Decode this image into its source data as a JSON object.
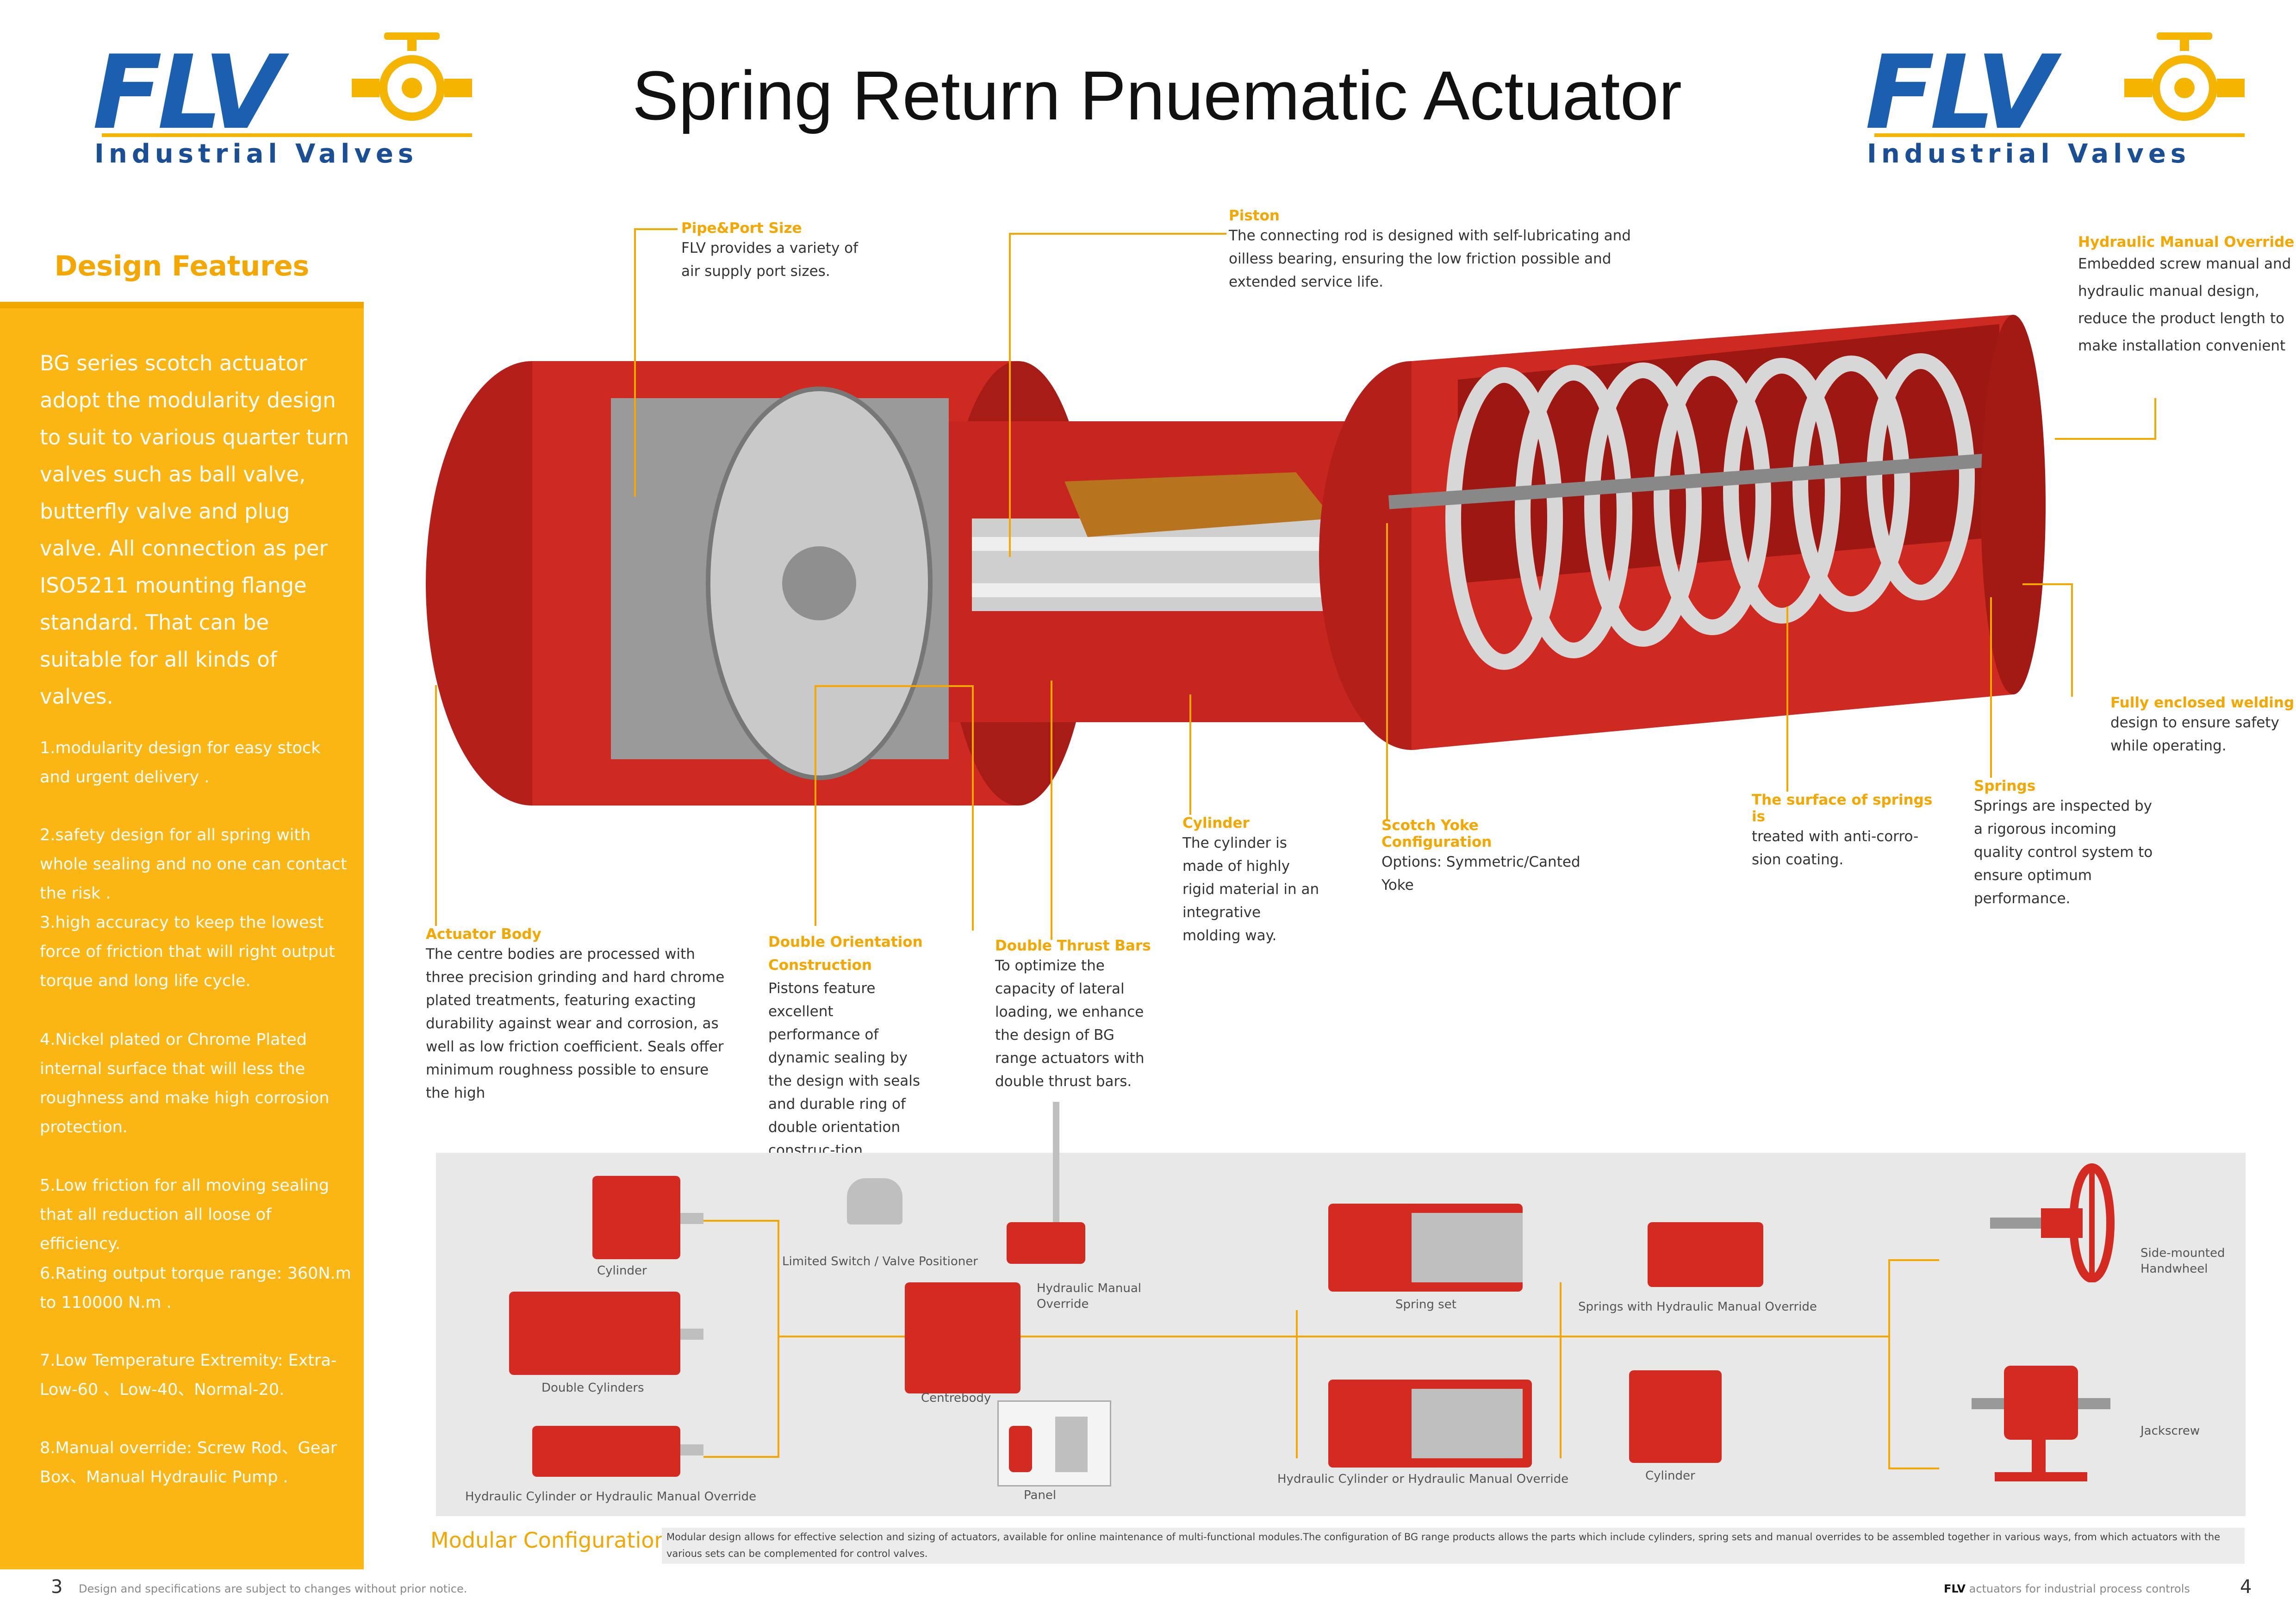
{
  "header": {
    "logo_word": "FLV",
    "logo_tagline": "Industrial Valves",
    "title": "Spring Return Pnuematic Actuator"
  },
  "sidebar": {
    "heading": "Design Features",
    "intro": "BG series scotch actuator adopt the modularity design to suit to various quarter turn valves such as ball valve, butterfly valve and plug valve. All connection as per ISO5211 mounting flange standard. That can be suitable for all kinds of valves.",
    "features": [
      "1.modularity design for easy stock and urgent delivery .",
      "2.safety design for all spring with whole sealing and no one can contact the risk .",
      "3.high accuracy to keep the lowest force of friction that will right output torque and long life cycle.",
      "4.Nickel plated or Chrome Plated internal surface that will less the roughness and make high corrosion protection.",
      "5.Low friction for all moving sealing that all reduction all loose of efficiency.",
      "6.Rating output torque range:  360N.m to 110000 N.m .",
      "7.Low Temperature Extremity: Extra-Low-60 、Low-40、Normal-20.",
      "8.Manual override: Screw Rod、Gear Box、Manual Hydraulic Pump ."
    ]
  },
  "callouts": {
    "pipe_port": {
      "title": "Pipe&Port Size",
      "text": "FLV provides a variety of air supply port sizes."
    },
    "piston": {
      "title": "Piston",
      "text": "The connecting rod is designed with  self-lubricating and oilless bearing, ensuring the low friction possible and extended service life."
    },
    "hydraulic_override": {
      "title": "Hydraulic Manual Override",
      "text": "Embedded screw manual and hydraulic manual design, reduce the product length to make installation convenient"
    },
    "welding": {
      "title": "Fully enclosed welding",
      "text": "design to ensure safety while operating."
    },
    "springs": {
      "title": "Springs",
      "text": "Springs are inspected by a rigorous incoming quality control system to ensure optimum performance."
    },
    "spring_surface": {
      "title": "The surface of springs is",
      "text": "treated with anti-corro-sion coating."
    },
    "scotch_yoke": {
      "title": "Scotch Yoke Configuration",
      "text": "Options: Symmetric/Canted Yoke"
    },
    "cylinder": {
      "title": "Cylinder",
      "text": "The cylinder is made of highly rigid material in an integrative molding way."
    },
    "thrust_bars": {
      "title": "Double Thrust Bars",
      "text": "To optimize the capacity of lateral loading, we enhance the design of BG range actuators with double thrust bars."
    },
    "double_orientation": {
      "title": "Double Orientation Construction",
      "text": "Pistons feature excellent performance of dynamic sealing by the design with seals and durable ring of double orientation construc-tion."
    },
    "actuator_body": {
      "title": "Actuator Body",
      "text": "The centre bodies are processed with three precision grinding and hard chrome plated treatments, featuring exacting durability against wear and corrosion, as well as low friction coefficient. Seals offer minimum roughness possible to ensure the high"
    }
  },
  "modules": {
    "cylinder_left": "Cylinder",
    "double_cylinders": "Double Cylinders",
    "hydraulic_left": "Hydraulic Cylinder or Hydraulic Manual Override",
    "limit_switch": "Limited Switch / Valve Positioner",
    "hydraulic_override": "Hydraulic Manual Override",
    "centrebody": "Centrebody",
    "panel": "Panel",
    "spring_set": "Spring set",
    "springs_hydraulic": "Springs with Hydraulic Manual Override",
    "hydraulic_right": "Hydraulic Cylinder or Hydraulic Manual Override",
    "cylinder_right": "Cylinder",
    "handwheel": "Side-mounted Handwheel",
    "jackscrew": "Jackscrew"
  },
  "modular": {
    "heading": "Modular Configuration",
    "text": "Modular design allows for effective selection and sizing of actuators, available for online maintenance of multi-functional modules.The configuration of BG range products allows the parts which include cylinders, spring sets and manual overrides to be assembled together in various ways, from which actuators with the various sets can be complemented for control valves."
  },
  "footer": {
    "page_left": "3",
    "disclaimer": "Design and specifications are subject to changes without prior notice.",
    "brand": "FLV",
    "brand_tagline": "actuators for industrial process controls",
    "page_right": "4"
  },
  "colors": {
    "accent": "#fcb614",
    "brand_blue": "#1b5fb0",
    "actuator_red": "#d32a22"
  }
}
